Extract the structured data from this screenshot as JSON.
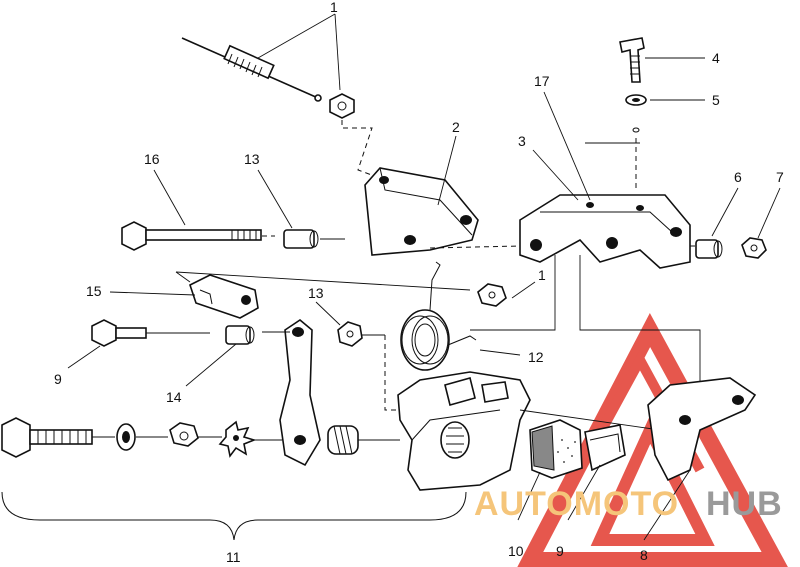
{
  "callouts": [
    {
      "id": "c1a",
      "text": "1"
    },
    {
      "id": "c2",
      "text": "2"
    },
    {
      "id": "c3",
      "text": "3"
    },
    {
      "id": "c4",
      "text": "4"
    },
    {
      "id": "c5",
      "text": "5"
    },
    {
      "id": "c6",
      "text": "6"
    },
    {
      "id": "c7",
      "text": "7"
    },
    {
      "id": "c17",
      "text": "17"
    },
    {
      "id": "c16",
      "text": "16"
    },
    {
      "id": "c13a",
      "text": "13"
    },
    {
      "id": "c1b",
      "text": "1"
    },
    {
      "id": "c15",
      "text": "15"
    },
    {
      "id": "c13b",
      "text": "13"
    },
    {
      "id": "c12",
      "text": "12"
    },
    {
      "id": "c9a",
      "text": "9"
    },
    {
      "id": "c14",
      "text": "14"
    },
    {
      "id": "c10",
      "text": "10"
    },
    {
      "id": "c9b",
      "text": "9"
    },
    {
      "id": "c8",
      "text": "8"
    },
    {
      "id": "c11",
      "text": "11"
    }
  ],
  "watermark": {
    "text_a": "AUTOMOTO",
    "text_b": "HUB",
    "colors": {
      "triangle": "#e23a2f",
      "auto": "#f5c57a",
      "hub": "#9a9a9a"
    }
  }
}
